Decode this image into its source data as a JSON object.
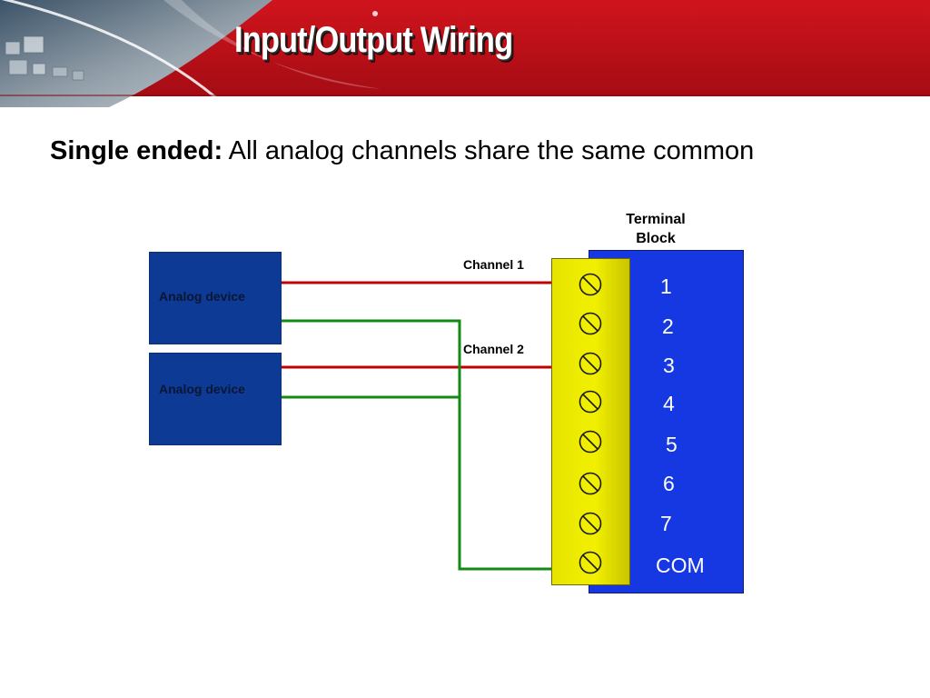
{
  "slide": {
    "title": "Input/Output Wiring",
    "subtitle_bold": "Single ended:",
    "subtitle_text": " All analog channels share the same common"
  },
  "devices": [
    {
      "label": "Analog device"
    },
    {
      "label": "Analog device"
    }
  ],
  "channels": [
    {
      "label": "Channel 1"
    },
    {
      "label": "Channel 2"
    }
  ],
  "terminal_block": {
    "title_line1": "Terminal",
    "title_line2": "Block",
    "terminals": [
      "1",
      "2",
      "3",
      "4",
      "5",
      "6",
      "7",
      "COM"
    ]
  },
  "colors": {
    "banner_red": "#c5111a",
    "device_blue": "#0d3a94",
    "block_blue": "#1638e3",
    "strip_yellow": "#f2f000",
    "signal_wire": "#c00000",
    "common_wire": "#138a13"
  }
}
